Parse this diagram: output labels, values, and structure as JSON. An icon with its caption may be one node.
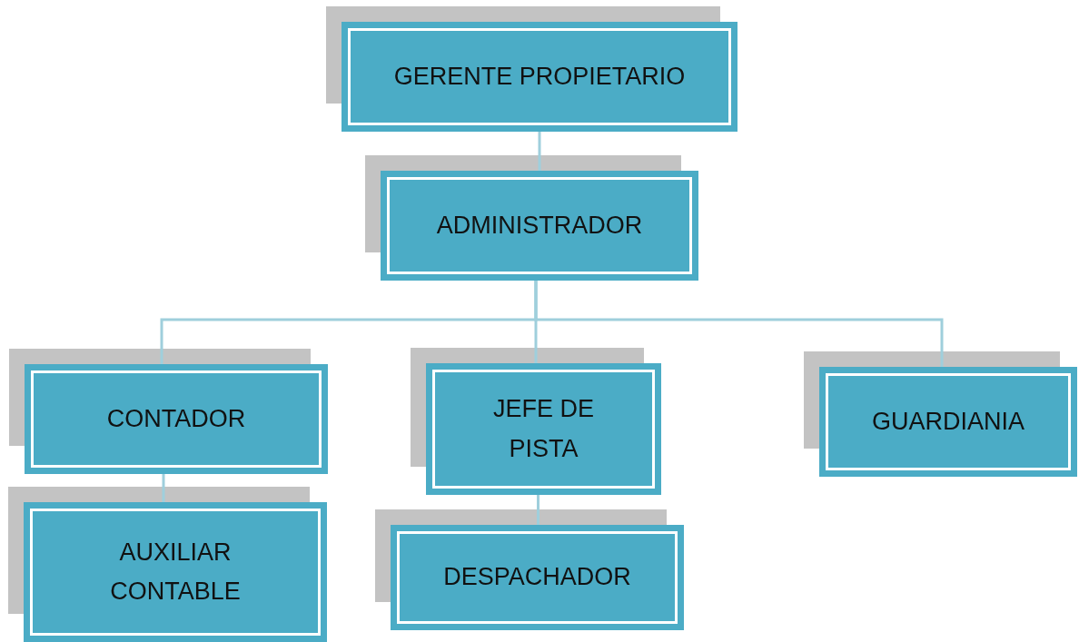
{
  "diagram": {
    "nodes": [
      {
        "text": [
          "GERENTE PROPIETARIO"
        ]
      },
      {
        "text": [
          "ADMINISTRADOR"
        ]
      },
      {
        "text": [
          "CONTADOR"
        ]
      },
      {
        "text": [
          "JEFE DE PISTA"
        ]
      },
      {
        "text": [
          "GUARDIANIA"
        ]
      },
      {
        "text": [
          "AUXILIAR CONTABLE"
        ]
      },
      {
        "text": [
          "DESPACHADOR"
        ]
      }
    ],
    "edges": [
      {
        "from": 0,
        "to": 1,
        "arrow": "none"
      },
      {
        "from": 1,
        "to": 2,
        "arrow": "none"
      },
      {
        "from": 1,
        "to": 3,
        "arrow": "none"
      },
      {
        "from": 1,
        "to": 4,
        "arrow": "none"
      },
      {
        "from": 2,
        "to": 5,
        "arrow": "none"
      },
      {
        "from": 3,
        "to": 6,
        "arrow": "none"
      }
    ]
  }
}
